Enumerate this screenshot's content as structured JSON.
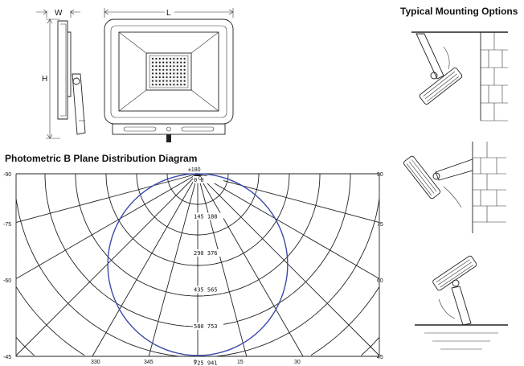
{
  "dimensions": {
    "width_label": "W",
    "length_label": "L",
    "height_label": "H"
  },
  "mounting": {
    "title": "Typical Mounting Options"
  },
  "polar": {
    "title": "Photometric B Plane Distribution Diagram",
    "top_label": "±180",
    "center_label": "0",
    "left_angles": [
      "-90",
      "-75",
      "-60",
      "-45"
    ],
    "right_angles": [
      "90",
      "75",
      "60",
      "45"
    ],
    "bottom_angles": [
      "330",
      "345",
      "0",
      "15",
      "30"
    ],
    "ring_labels": [
      "0 0",
      "145 188",
      "290 376",
      "435 565",
      "580 753",
      "725 941"
    ],
    "curve_color": "#3a4aa8"
  }
}
